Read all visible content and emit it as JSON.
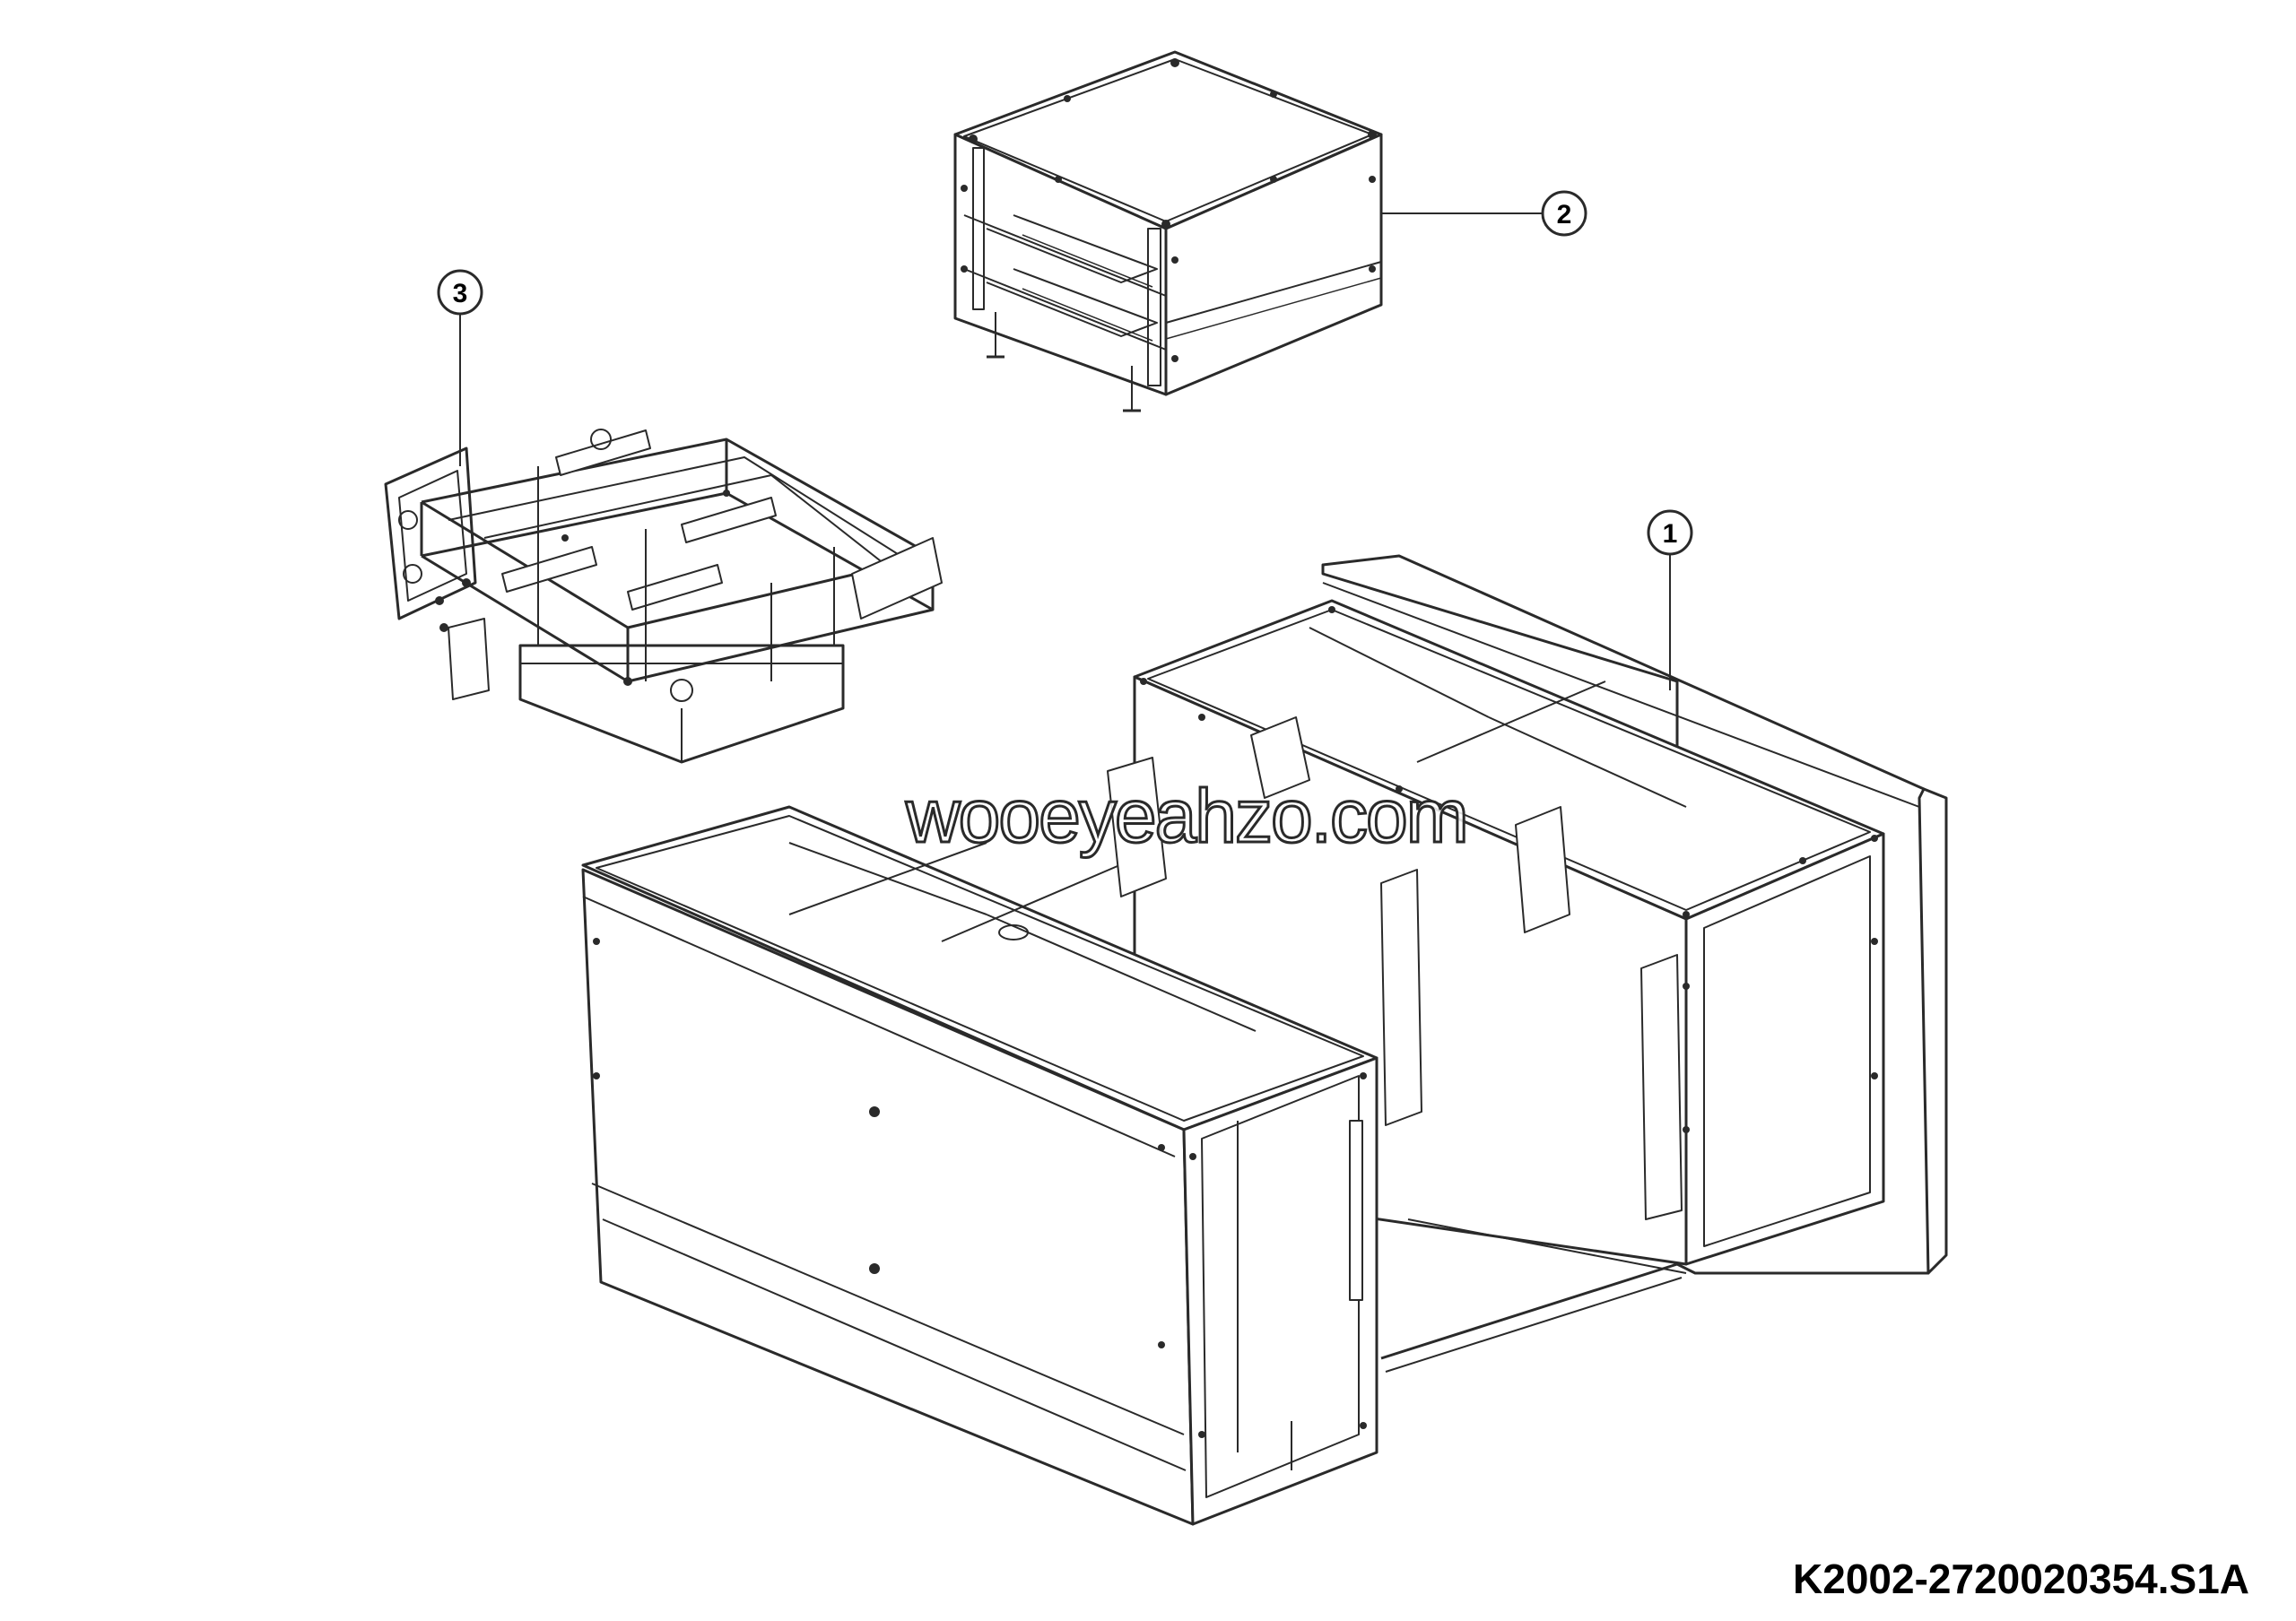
{
  "callouts": [
    {
      "id": "1",
      "label": "1"
    },
    {
      "id": "2",
      "label": "2"
    },
    {
      "id": "3",
      "label": "3"
    }
  ],
  "watermark": "wooeyeahzo.com",
  "document_code": "K2002-2720020354.S1A",
  "colors": {
    "line": "#2a2a2a",
    "fill": "#ffffff",
    "shade": "#f4f4f4"
  }
}
